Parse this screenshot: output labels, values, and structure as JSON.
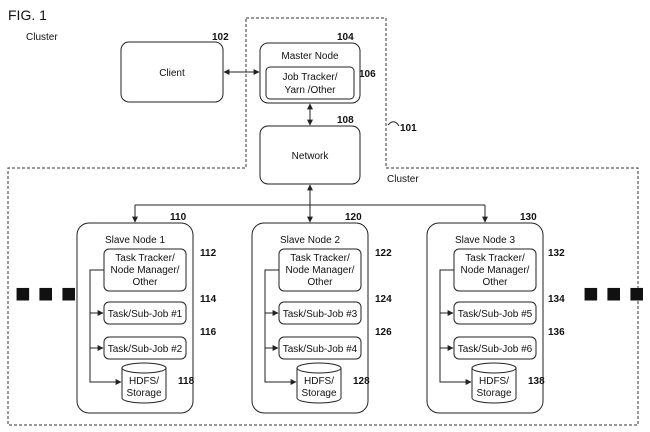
{
  "figure": {
    "title": "FIG. 1",
    "top_cluster_label": "Cluster",
    "bottom_cluster_label": "Cluster",
    "cluster_ref": "101",
    "ellipsis": "■ ■ ■"
  },
  "client": {
    "label": "Client",
    "ref": "102"
  },
  "master": {
    "title": "Master Node",
    "ref": "104",
    "job_tracker_line1": "Job Tracker/",
    "job_tracker_line2": "Yarn /Other",
    "job_tracker_ref": "106"
  },
  "network": {
    "label": "Network",
    "ref": "108"
  },
  "slaves": [
    {
      "title": "Slave Node 1",
      "ref": "110",
      "tracker_lines": [
        "Task Tracker/",
        "Node Manager/",
        "Other"
      ],
      "tracker_ref": "112",
      "tasks": [
        {
          "label": "Task/Sub-Job #1",
          "ref": "114"
        },
        {
          "label": "Task/Sub-Job #2",
          "ref": "116"
        }
      ],
      "storage_lines": [
        "HDFS/",
        "Storage"
      ],
      "storage_ref": "118"
    },
    {
      "title": "Slave Node 2",
      "ref": "120",
      "tracker_lines": [
        "Task Tracker/",
        "Node Manager/",
        "Other"
      ],
      "tracker_ref": "122",
      "tasks": [
        {
          "label": "Task/Sub-Job #3",
          "ref": "124"
        },
        {
          "label": "Task/Sub-Job #4",
          "ref": "126"
        }
      ],
      "storage_lines": [
        "HDFS/",
        "Storage"
      ],
      "storage_ref": "128"
    },
    {
      "title": "Slave Node 3",
      "ref": "130",
      "tracker_lines": [
        "Task Tracker/",
        "Node Manager/",
        "Other"
      ],
      "tracker_ref": "132",
      "tasks": [
        {
          "label": "Task/Sub-Job #5",
          "ref": "134"
        },
        {
          "label": "Task/Sub-Job #6",
          "ref": "136"
        }
      ],
      "storage_lines": [
        "HDFS/",
        "Storage"
      ],
      "storage_ref": "138"
    }
  ]
}
